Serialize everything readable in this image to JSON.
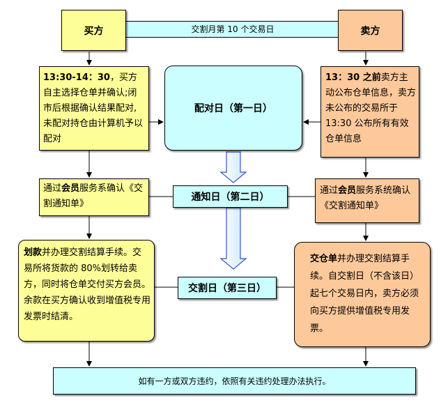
{
  "header": {
    "buyer": "买方",
    "seller": "卖方",
    "delivery_month": "交割月第 10 个交易日"
  },
  "buyer_select": {
    "bold": "13:30-14：30",
    "text": "，买方自主选择仓单并确认;闭市后根据确认结果配对,未配对持仓由计算机予以配对"
  },
  "pairing_day": "配对日（第一日）",
  "seller_publish": {
    "bold": "13：30 之前",
    "text": "卖方主动公布仓单信息，卖方未公布的交易所于 13:30 公布所有有效仓单信息"
  },
  "buyer_notice": {
    "pre": "通过",
    "bold": "会员",
    "post": "服务系确认《交割通知单》"
  },
  "notice_day": "通知日（第二日）",
  "seller_notice": {
    "pre": "通过",
    "bold": "会员",
    "post": "服务系统确认《交割通知单》"
  },
  "buyer_pay": {
    "bold": "划款",
    "text": "并办理交割结算手续。交易所将货款的 80%划转给卖方，同时将仓单交付买方会员。余款在买方确认收到增值税专用发票时结清。"
  },
  "delivery_day": "交割日（第三日）",
  "seller_deliver": {
    "bold": "交仓单",
    "text": "并办理交割结算手续。自交割日（不含该日）起七个交易日内，卖方必须向买方提供增值税专用发票。"
  },
  "footer": "如有一方或双方违约，依照有关违约处理办法执行。",
  "colors": {
    "yellow": "#fefe99",
    "peach": "#fdc99b",
    "cyan": "#cbfefe",
    "arrow_stroke": "#3355cc",
    "arrow_fill": "#cce8ff"
  }
}
